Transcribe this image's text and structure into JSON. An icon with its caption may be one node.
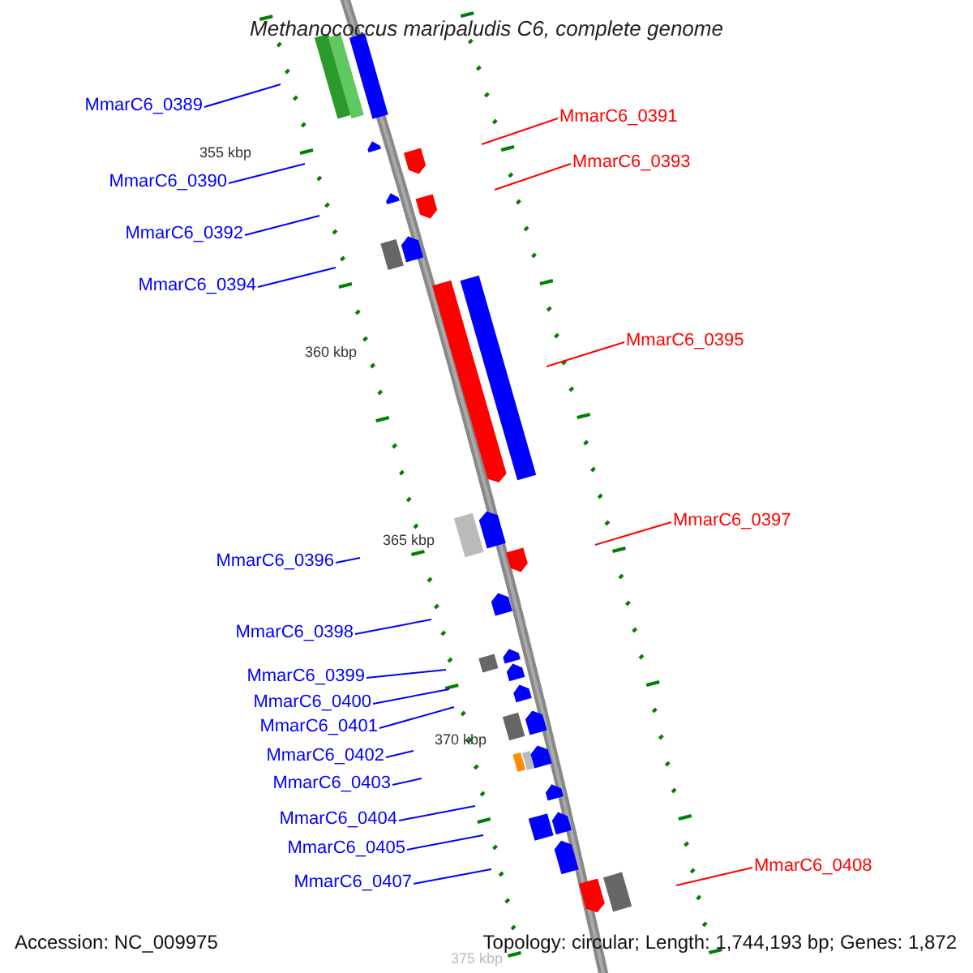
{
  "diagram": {
    "title": "Methanococcus maripaludis C6, complete genome",
    "nodes": [
      {
        "text": [
          "MmarC6_0389"
        ]
      },
      {
        "text": [
          "MmarC6_0390"
        ]
      },
      {
        "text": [
          "MmarC6_0391"
        ]
      },
      {
        "text": [
          "MmarC6_0392"
        ]
      },
      {
        "text": [
          "MmarC6_0393"
        ]
      },
      {
        "text": [
          "MmarC6_0394"
        ]
      },
      {
        "text": [
          "MmarC6_0395"
        ]
      },
      {
        "text": [
          "MmarC6_0396"
        ]
      },
      {
        "text": [
          "MmarC6_0397"
        ]
      },
      {
        "text": [
          "MmarC6_0398"
        ]
      },
      {
        "text": [
          "MmarC6_0399"
        ]
      },
      {
        "text": [
          "MmarC6_0400"
        ]
      },
      {
        "text": [
          "MmarC6_0401"
        ]
      },
      {
        "text": [
          "MmarC6_0402"
        ]
      },
      {
        "text": [
          "MmarC6_0403"
        ]
      },
      {
        "text": [
          "MmarC6_0404"
        ]
      },
      {
        "text": [
          "MmarC6_0405"
        ]
      },
      {
        "text": [
          "MmarC6_0407"
        ]
      },
      {
        "text": [
          "MmarC6_0408"
        ]
      }
    ],
    "edges": [
      {
        "from": 0,
        "to": null,
        "arrow": "none"
      },
      {
        "from": 1,
        "to": null,
        "arrow": "none"
      },
      {
        "from": 2,
        "to": null,
        "arrow": "none",
        "color": "#ff0000"
      },
      {
        "from": 3,
        "to": null,
        "arrow": "none"
      },
      {
        "from": 4,
        "to": null,
        "arrow": "none",
        "color": "#ff0000"
      },
      {
        "from": 5,
        "to": null,
        "arrow": "none"
      },
      {
        "from": 6,
        "to": null,
        "arrow": "none",
        "color": "#ff0000"
      },
      {
        "from": 7,
        "to": null,
        "arrow": "none"
      },
      {
        "from": 8,
        "to": null,
        "arrow": "none",
        "color": "#ff0000"
      },
      {
        "from": 9,
        "to": null,
        "arrow": "none"
      },
      {
        "from": 10,
        "to": null,
        "arrow": "none"
      },
      {
        "from": 11,
        "to": null,
        "arrow": "none"
      },
      {
        "from": 12,
        "to": null,
        "arrow": "none"
      },
      {
        "from": 13,
        "to": null,
        "arrow": "none"
      },
      {
        "from": 14,
        "to": null,
        "arrow": "none"
      },
      {
        "from": 15,
        "to": null,
        "arrow": "none"
      },
      {
        "from": 16,
        "to": null,
        "arrow": "none"
      },
      {
        "from": 17,
        "to": null,
        "arrow": "none"
      },
      {
        "from": 18,
        "to": null,
        "arrow": "none",
        "color": "#ff0000"
      }
    ],
    "labels": [
      "355 kbp",
      "360 kbp",
      "365 kbp",
      "370 kbp",
      "375 kbp",
      "Accession: NC_009975",
      "Topology: circular; Length: 1,744,193 bp; Genes: 1,872"
    ]
  }
}
